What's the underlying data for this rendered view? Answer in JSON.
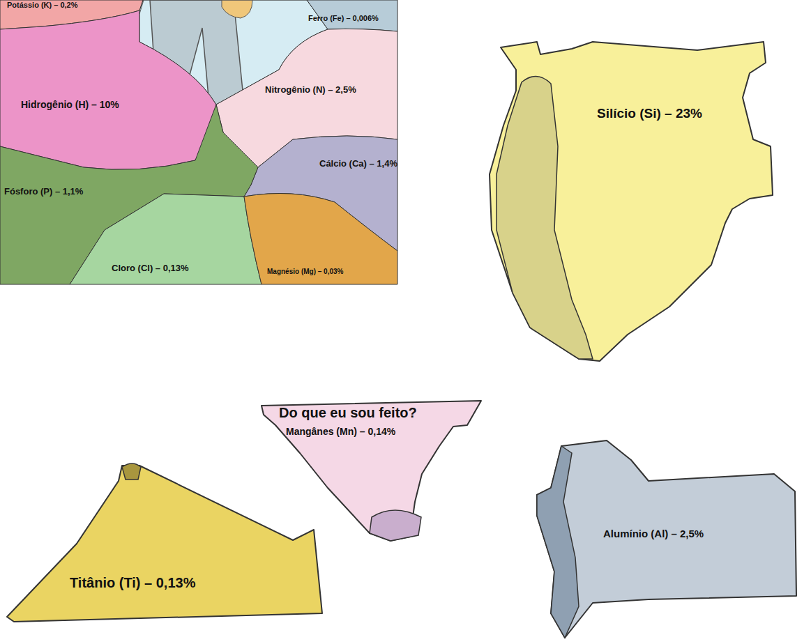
{
  "diagram": {
    "nodes": [
      {
        "text": [
          "Potássio (K) – 0,2%"
        ]
      },
      {
        "text": [
          "Ferro (Fe) – 0,006%"
        ]
      },
      {
        "text": [
          "Hidrogênio (H) – 10%"
        ]
      },
      {
        "text": [
          "Nitrogênio (N) – 2,5%"
        ]
      },
      {
        "text": [
          "Cálcio (Ca) – 1,4%"
        ]
      },
      {
        "text": [
          "Fósforo (P) – 1,1%"
        ]
      },
      {
        "text": [
          "Cloro (Cl) – 0,13%"
        ]
      },
      {
        "text": [
          "Magnésio (Mg) – 0,03%"
        ]
      },
      {
        "text": [
          "Silício (Si) – 23%"
        ]
      },
      {
        "text": [
          "Do que eu sou feito?",
          "Mangânes (Mn) – 0,14%"
        ]
      },
      {
        "text": [
          "Titânio (Ti) – 0,13%"
        ]
      },
      {
        "text": [
          "Alumínio (Al) – 2,5%"
        ]
      }
    ]
  }
}
